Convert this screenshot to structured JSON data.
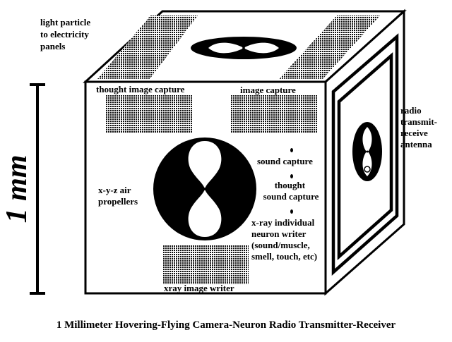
{
  "labels": {
    "panels": [
      "light particle",
      "to electricity",
      "panels"
    ],
    "antenna": [
      "radio",
      "transmit-",
      "receive",
      "antenna"
    ],
    "thought_capture": "thought image capture",
    "image_capture": "image capture",
    "sound_capture": "sound capture",
    "thought_sound": [
      "thought",
      "sound capture"
    ],
    "xray_neuron": [
      "x-ray individual",
      "neuron writer",
      "(sound/muscle,",
      "smell, touch, etc)"
    ],
    "propellers": [
      "x-y-z air",
      "propellers"
    ],
    "xray_image_writer": "xray image writer",
    "scale": "1 mm"
  },
  "caption": "1 Millimeter Hovering-Flying Camera-Neuron Radio Transmitter-Receiver",
  "colors": {
    "ink": "#000000",
    "paper": "#ffffff",
    "panel_fill": "#3a3a3a"
  }
}
